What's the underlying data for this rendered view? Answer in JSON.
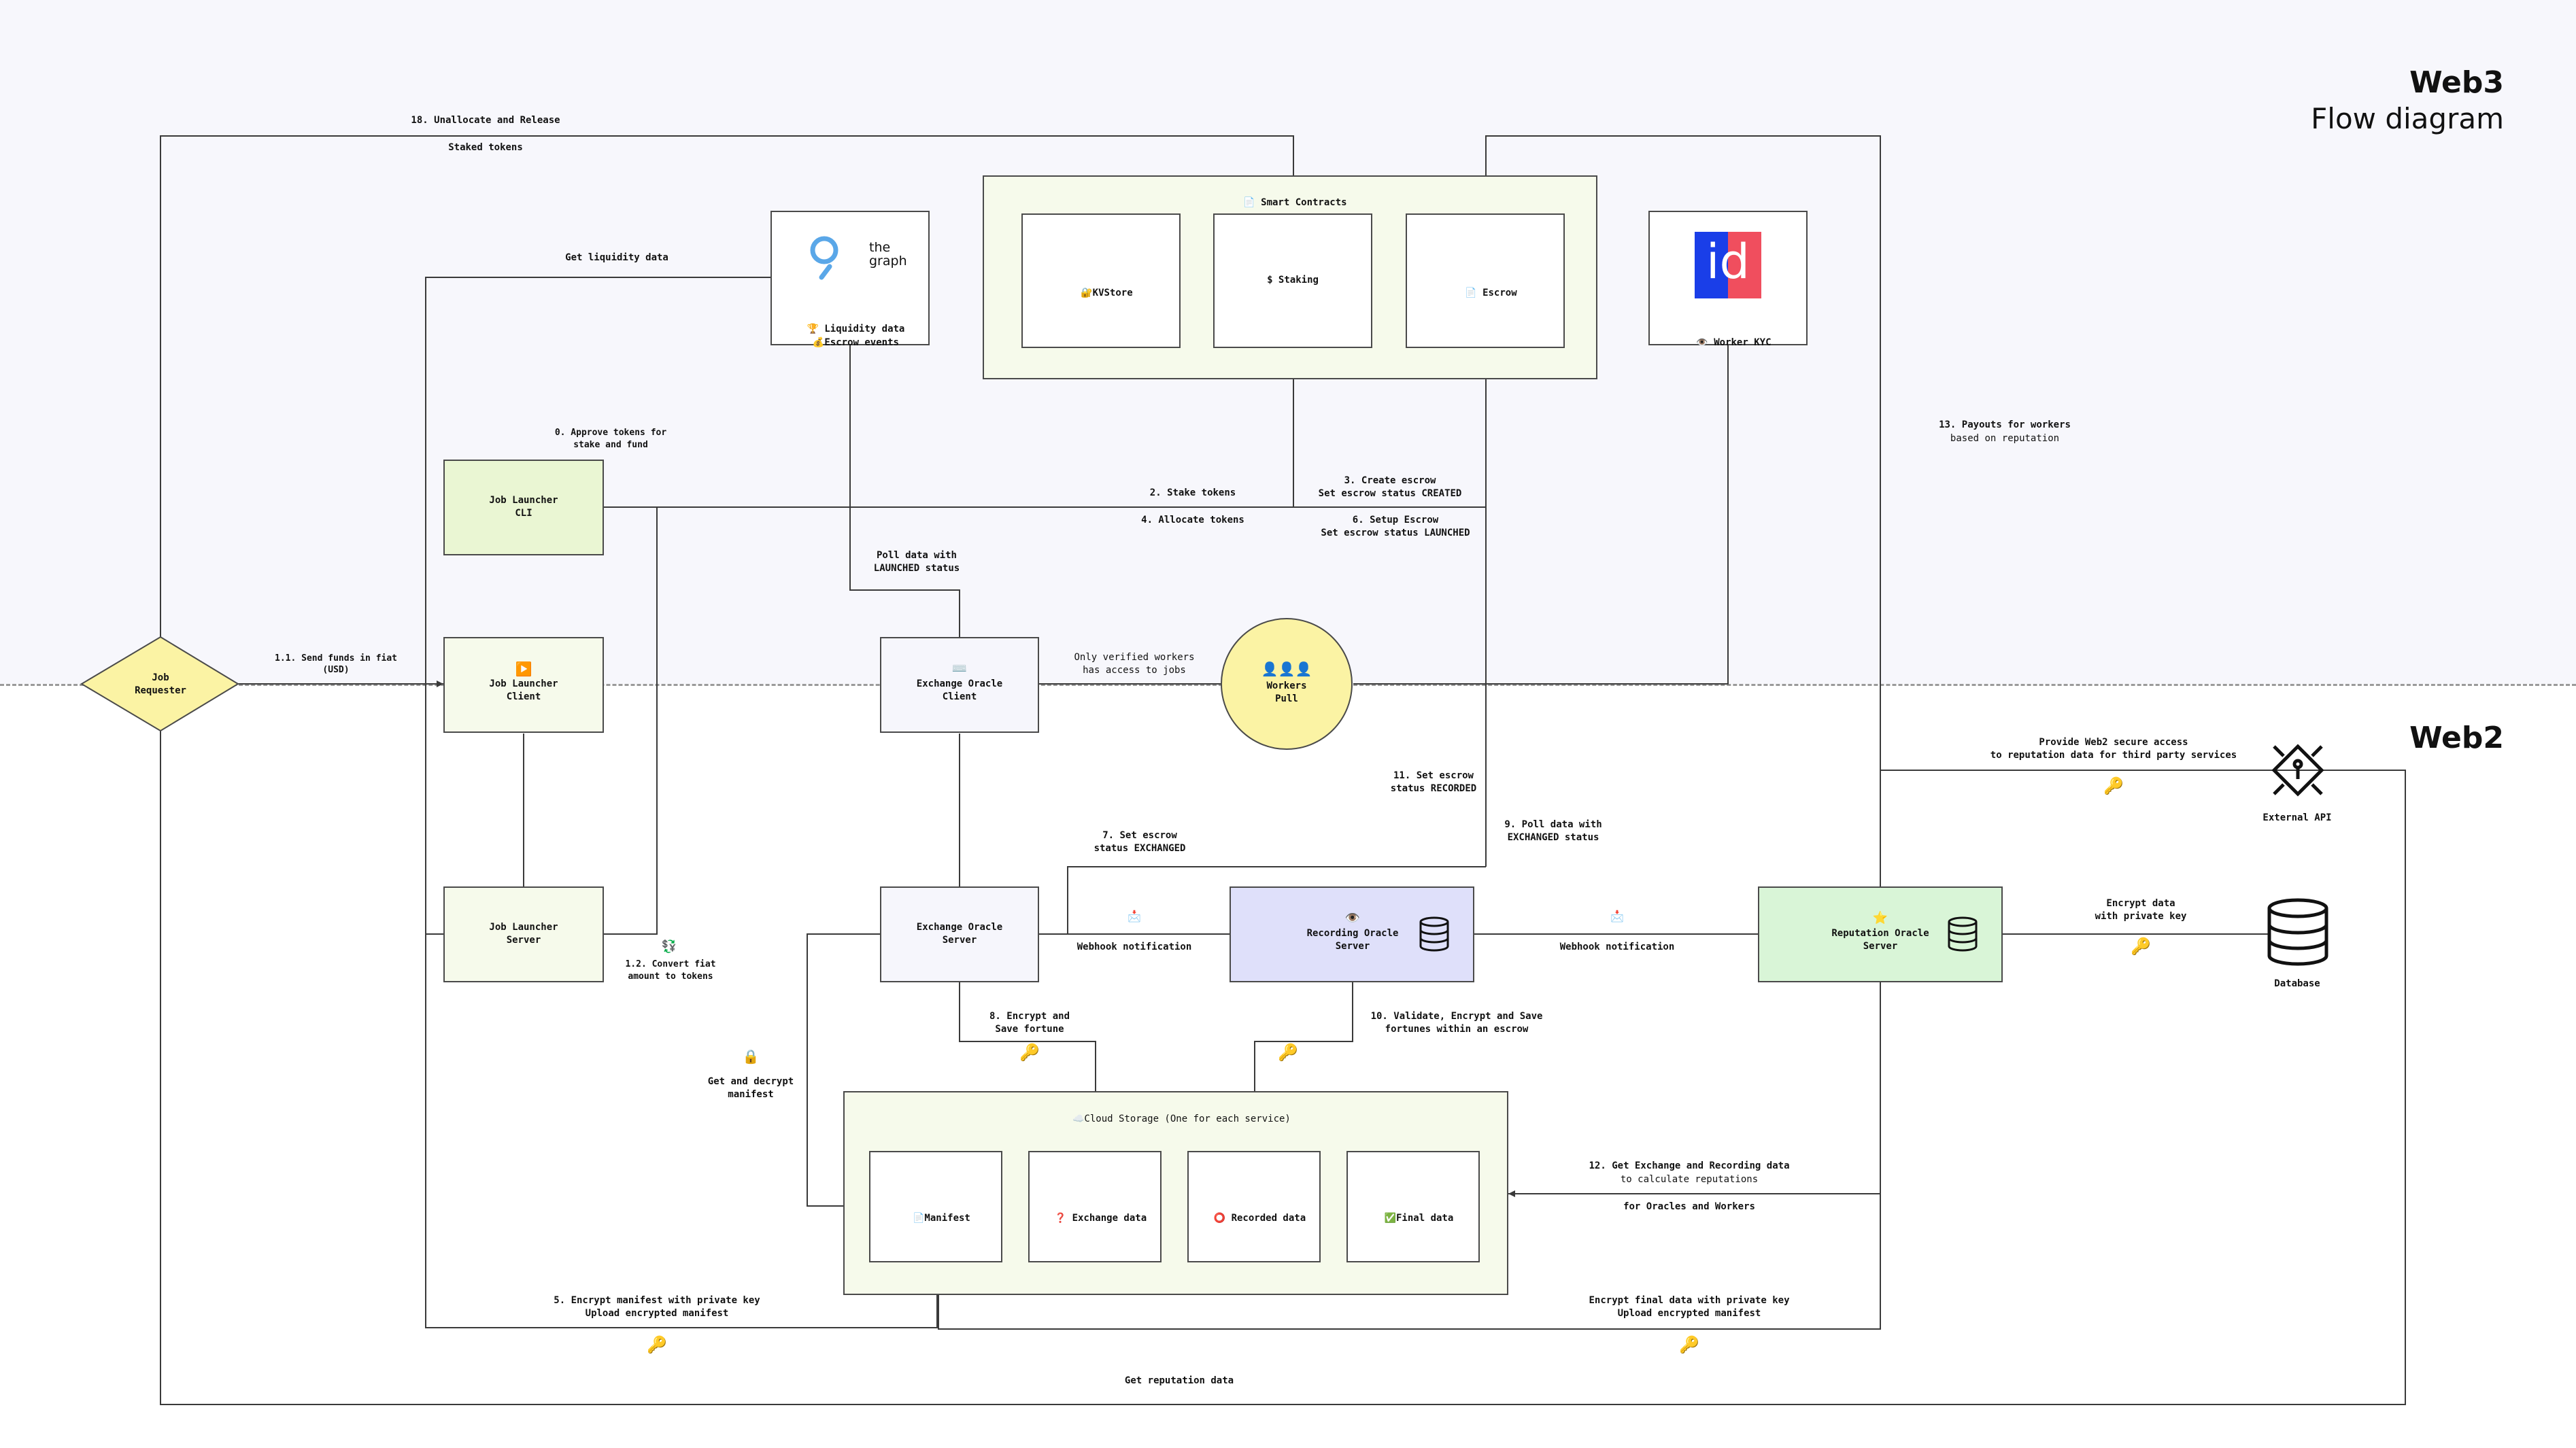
{
  "headings": {
    "web3": "Web3",
    "flow": "Flow diagram",
    "web2": "Web2"
  },
  "nodes": {
    "job_requester": "Job\nRequester",
    "job_launcher_cli": "Job Launcher\nCLI",
    "job_launcher_client": "Job Launcher\nClient",
    "job_launcher_server": "Job Launcher\nServer",
    "exchange_oracle_client": "Exchange Oracle\nClient",
    "exchange_oracle_server": "Exchange Oracle\nServer",
    "recording_oracle_server": "Recording Oracle\nServer",
    "reputation_oracle_server": "Reputation Oracle\nServer",
    "workers_pull": "Workers\nPull",
    "external_api": "External API",
    "database": "Database",
    "smart_contracts": "Smart Contracts",
    "kvstore": "KVStore",
    "staking": "$ Staking",
    "escrow": "Escrow",
    "the_graph_logo": "the\ngraph",
    "liquidity_data": "Liquidity data",
    "escrow_events": "Escrow events",
    "worker_kyc": "Worker KYC",
    "idv_logo": "id",
    "cloud_storage": "Cloud Storage (One for each service)",
    "manifest": "Manifest",
    "exchange_data": "Exchange data",
    "recorded_data": "Recorded data",
    "final_data": "Final data"
  },
  "edges": {
    "e18": "18. Unallocate and Release",
    "staked_tokens": "Staked tokens",
    "get_liquidity": "Get liquidity data",
    "e0": "0. Approve tokens for\nstake and fund",
    "e2": "2. Stake tokens",
    "e4": "4. Allocate tokens",
    "e3": "3. Create escrow\nSet escrow status CREATED",
    "e6": "6. Setup Escrow\nSet escrow status LAUNCHED",
    "e13a": "13. Payouts for workers",
    "e13b": "based on reputation",
    "poll_launched": "Poll data with\nLAUNCHED status",
    "e11": "1.1. Send funds in fiat\n(USD)",
    "only_verified": "Only verified workers\nhas access to jobs",
    "e11b": "11. Set escrow\nstatus RECORDED",
    "provide_web2": "Provide Web2 secure access\nto reputation data for third party services",
    "e9": "9. Poll data with\nEXCHANGED status",
    "e7": "7. Set escrow\nstatus EXCHANGED",
    "encrypt_db": "Encrypt data\nwith private key",
    "webhook1": "Webhook notification",
    "webhook2": "Webhook notification",
    "e12conv": "1.2. Convert fiat\namount to tokens",
    "e8": "8. Encrypt and\nSave fortune",
    "e10": "10. Validate, Encrypt and Save\nfortunes within an escrow",
    "get_decrypt": "Get and decrypt\nmanifest",
    "e12a": "12. Get Exchange and Recording data",
    "e12b": "to calculate reputations",
    "e12c": "for Oracles and Workers",
    "e5": "5. Encrypt manifest with private key\nUpload encrypted manifest",
    "encrypt_final": "Encrypt final data with private key\nUpload encrypted manifest",
    "get_reputation": "Get reputation data"
  },
  "icons": {
    "smart_contracts": "page-icon",
    "kvstore": "lock-key-icon",
    "escrow": "page-icon",
    "liquidity": "trophy-icon",
    "escrow_events": "money-bag-icon",
    "worker_kyc": "eye-icon",
    "job_launcher_client": "play-icon",
    "exchange_oracle_client": "keyboard-icon",
    "workers_pull": "people-icon",
    "recording": "eye-icon",
    "reputation": "star-icon",
    "manifest": "page-icon",
    "exchange_data": "question-icon",
    "recorded_data": "circle-icon",
    "final_data": "check-icon",
    "cloud": "cloud-icon"
  },
  "colors": {
    "web3_background": "#f7f7fc",
    "green_box": "#eaf6d3",
    "lightgreen_box": "#f6faeb",
    "requester": "#fbf3a4",
    "recording": "#dfe0fa",
    "reputation": "#d9f5d7",
    "lavender_box": "#f6f6fc",
    "idv_blue": "#1a3ee8",
    "idv_red": "#f04e5e",
    "graph_blue": "#5aa7e8"
  }
}
